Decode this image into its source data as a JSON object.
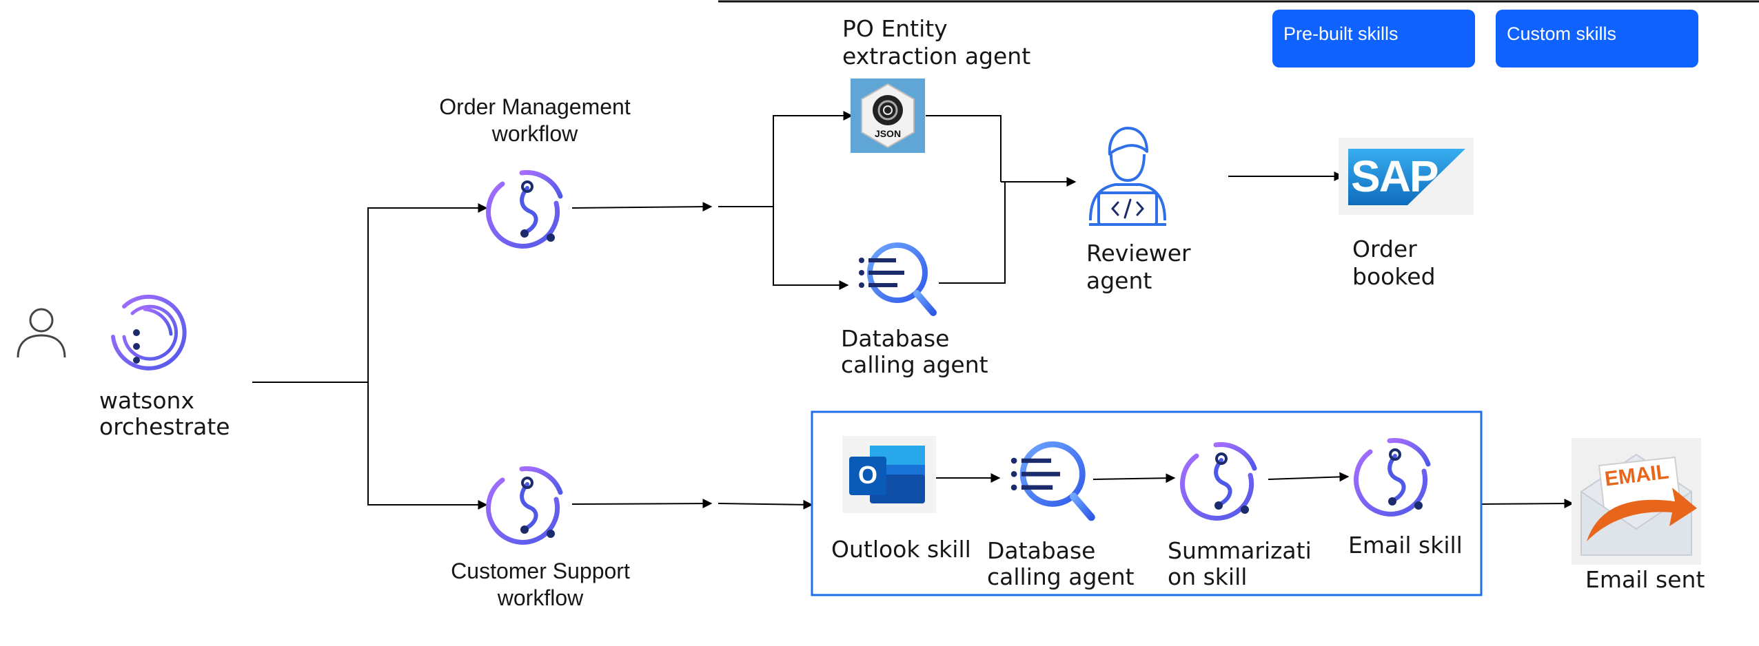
{
  "legend": {
    "prebuilt": "Pre-built skills",
    "custom": "Custom skills",
    "color": "#0f62fe"
  },
  "user": {
    "icon": "user-icon"
  },
  "orchestrator": {
    "label_line1": "watsonx",
    "label_line2": "orchestrate",
    "icon": "watsonx-orchestrate-icon"
  },
  "workflows": {
    "order_management": {
      "label_line1": "Order Management",
      "label_line2": "workflow",
      "icon": "workflow-icon"
    },
    "customer_support": {
      "label_line1": "Customer Support",
      "label_line2": "workflow",
      "icon": "workflow-icon"
    }
  },
  "agents": {
    "po_entity": {
      "label_line1": "PO Entity",
      "label_line2": "extraction agent",
      "badge": "JSON",
      "icon": "json-icon"
    },
    "database": {
      "label_line1": "Database",
      "label_line2": "calling agent",
      "icon": "database-search-icon"
    },
    "reviewer": {
      "label_line1": "Reviewer",
      "label_line2": "agent",
      "icon": "developer-icon"
    }
  },
  "outputs": {
    "order_booked": {
      "label_line1": "Order",
      "label_line2": "booked",
      "logo_text": "SAP",
      "icon": "sap-logo"
    },
    "email_sent": {
      "label": "Email sent",
      "logo_text": "EMAIL",
      "icon": "email-envelope-icon"
    }
  },
  "skills": {
    "outlook": {
      "label": "Outlook skill",
      "badge": "O",
      "icon": "outlook-icon"
    },
    "database": {
      "label_line1": "Database",
      "label_line2": "calling agent",
      "icon": "database-search-icon"
    },
    "summarization": {
      "label_line1": "Summarizati",
      "label_line2": "on skill",
      "icon": "workflow-icon"
    },
    "email": {
      "label": "Email skill",
      "icon": "workflow-icon"
    }
  },
  "colors": {
    "brand_blue": "#0f62fe",
    "workflow_blue": "#4f59e8",
    "workflow_purple": "#a56eff",
    "navy": "#1c2b6b",
    "sap_blue": "#1a8ad6",
    "email_orange": "#e8661c"
  }
}
